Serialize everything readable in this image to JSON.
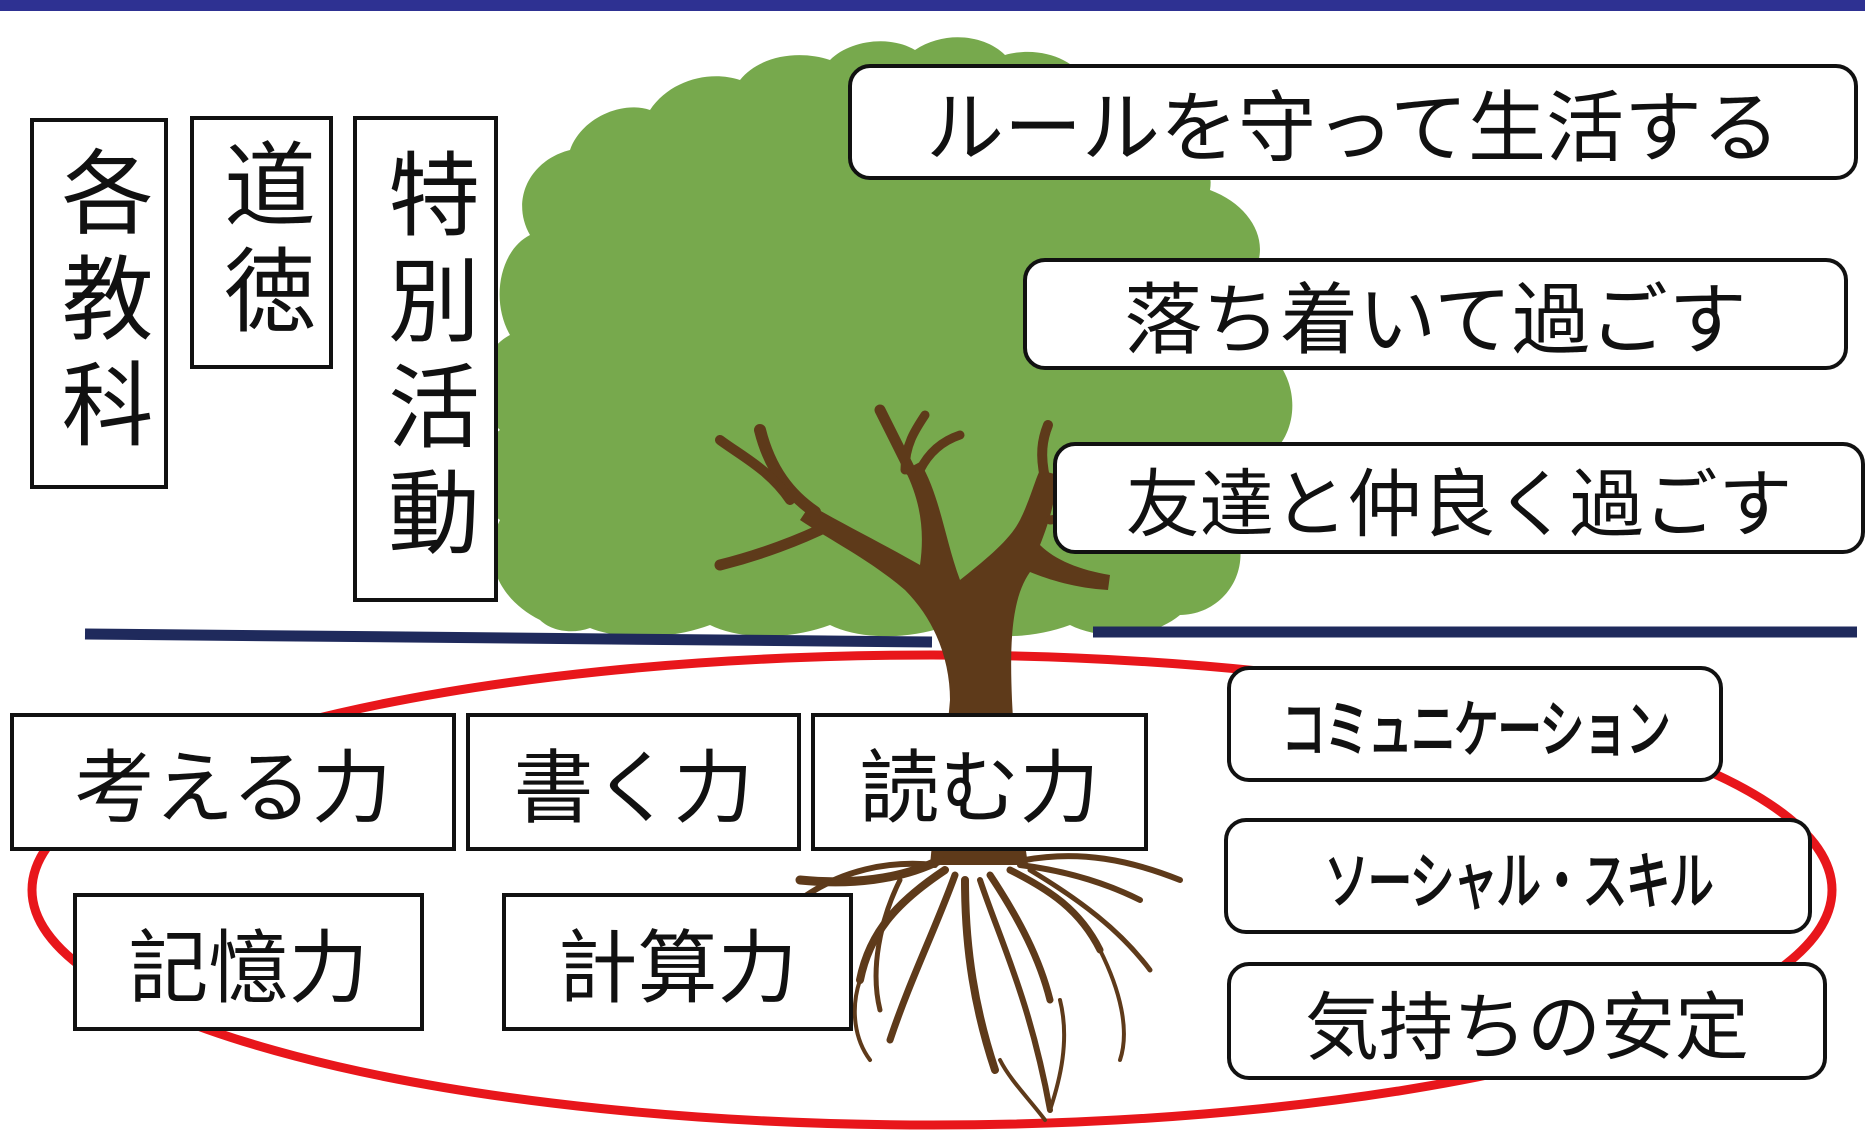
{
  "colors": {
    "top_bar": "#2e3192",
    "canopy": "#77a94d",
    "trunk": "#5e3a1a",
    "ground_line": "#1f2a5c",
    "ellipse": "#e8161b",
    "box_border": "#111111"
  },
  "curriculum": {
    "subjects": "各教科",
    "moral": "道徳",
    "special_activities": "特別活動"
  },
  "behaviors": {
    "rules": "ルールを守って生活する",
    "calm": "落ち着いて過ごす",
    "friends": "友達と仲良く過ごす"
  },
  "academic_skills": {
    "thinking": "考える力",
    "writing": "書く力",
    "reading": "読む力",
    "memory": "記憶力",
    "calculation": "計算力"
  },
  "social_skills": {
    "communication": "コミュニケーション",
    "social_skill": "ソーシャル・スキル",
    "emotional_stability": "気持ちの安定"
  }
}
